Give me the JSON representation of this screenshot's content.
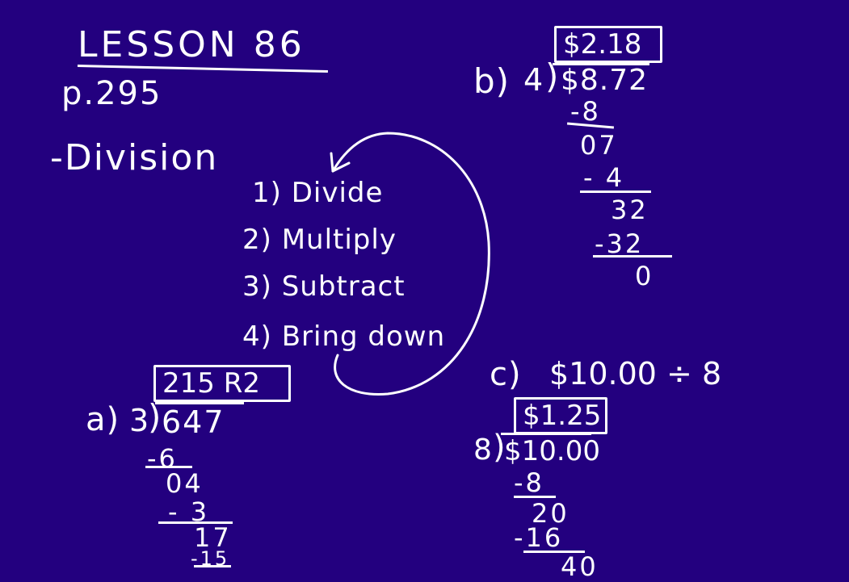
{
  "board": {
    "background_color": "#23007f",
    "ink_color": "#ffffff",
    "title": "LESSON 86",
    "page_ref": "p.295",
    "topic": "-Division",
    "steps": [
      "1) Divide",
      "2) Multiply",
      "3) Subtract",
      "4) Bring down"
    ],
    "cycle_arrow": "loop-arrow-from-step-4-back-to-step-1"
  },
  "problems": {
    "a": {
      "label": "a)",
      "divisor": "3",
      "dividend": "647",
      "quotient": "215 R2",
      "work": [
        "-6",
        "04",
        "- 3",
        "17",
        "-15"
      ]
    },
    "b": {
      "label": "b)",
      "divisor": "4",
      "dividend": "$8.72",
      "quotient": "$2.18",
      "work": [
        "-8",
        "07",
        "- 4",
        "32",
        "-32",
        "0"
      ]
    },
    "c": {
      "label": "c)",
      "expression": "$10.00 ÷ 8",
      "divisor": "8",
      "dividend": "$10.00",
      "quotient": "$1.25",
      "work": [
        "-8",
        "20",
        "-16",
        "40"
      ]
    }
  }
}
